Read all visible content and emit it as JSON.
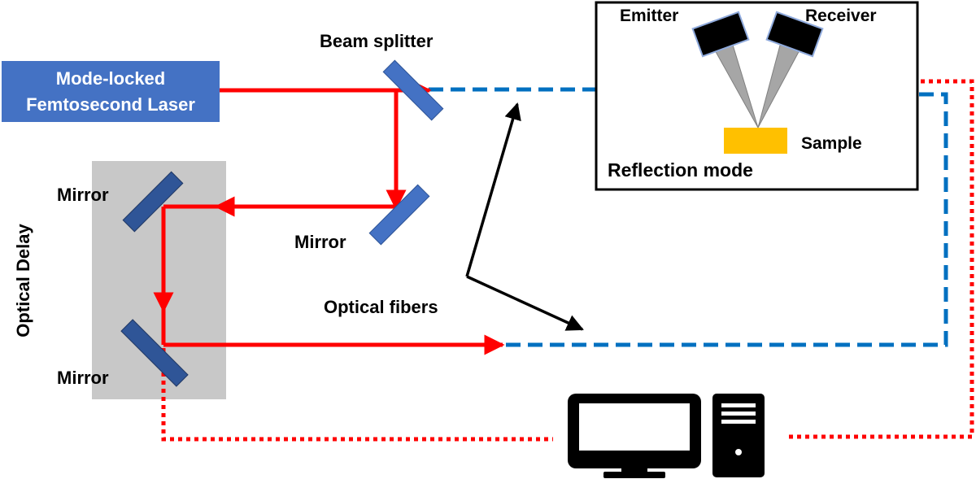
{
  "laser": {
    "line1": "Mode-locked",
    "line2": "Femtosecond Laser"
  },
  "labels": {
    "beam_splitter": "Beam splitter",
    "mirror_top_left": "Mirror",
    "mirror_right": "Mirror",
    "mirror_bottom_left": "Mirror",
    "optical_delay": "Optical Delay",
    "optical_fibers": "Optical fibers"
  },
  "reflection_box": {
    "emitter": "Emitter",
    "receiver": "Receiver",
    "sample": "Sample",
    "mode": "Reflection mode"
  },
  "colors": {
    "laser_fill": "#4472c4",
    "laser_beam": "#ff0000",
    "fiber": "#0070c0",
    "mirror": "#2f5597",
    "mirror_light": "#4472c4",
    "delay_stage": "#c8c8c8",
    "sample": "#ffc000",
    "signal": "#ff0000"
  },
  "icons": [
    "computer-monitor-icon",
    "computer-tower-icon"
  ]
}
